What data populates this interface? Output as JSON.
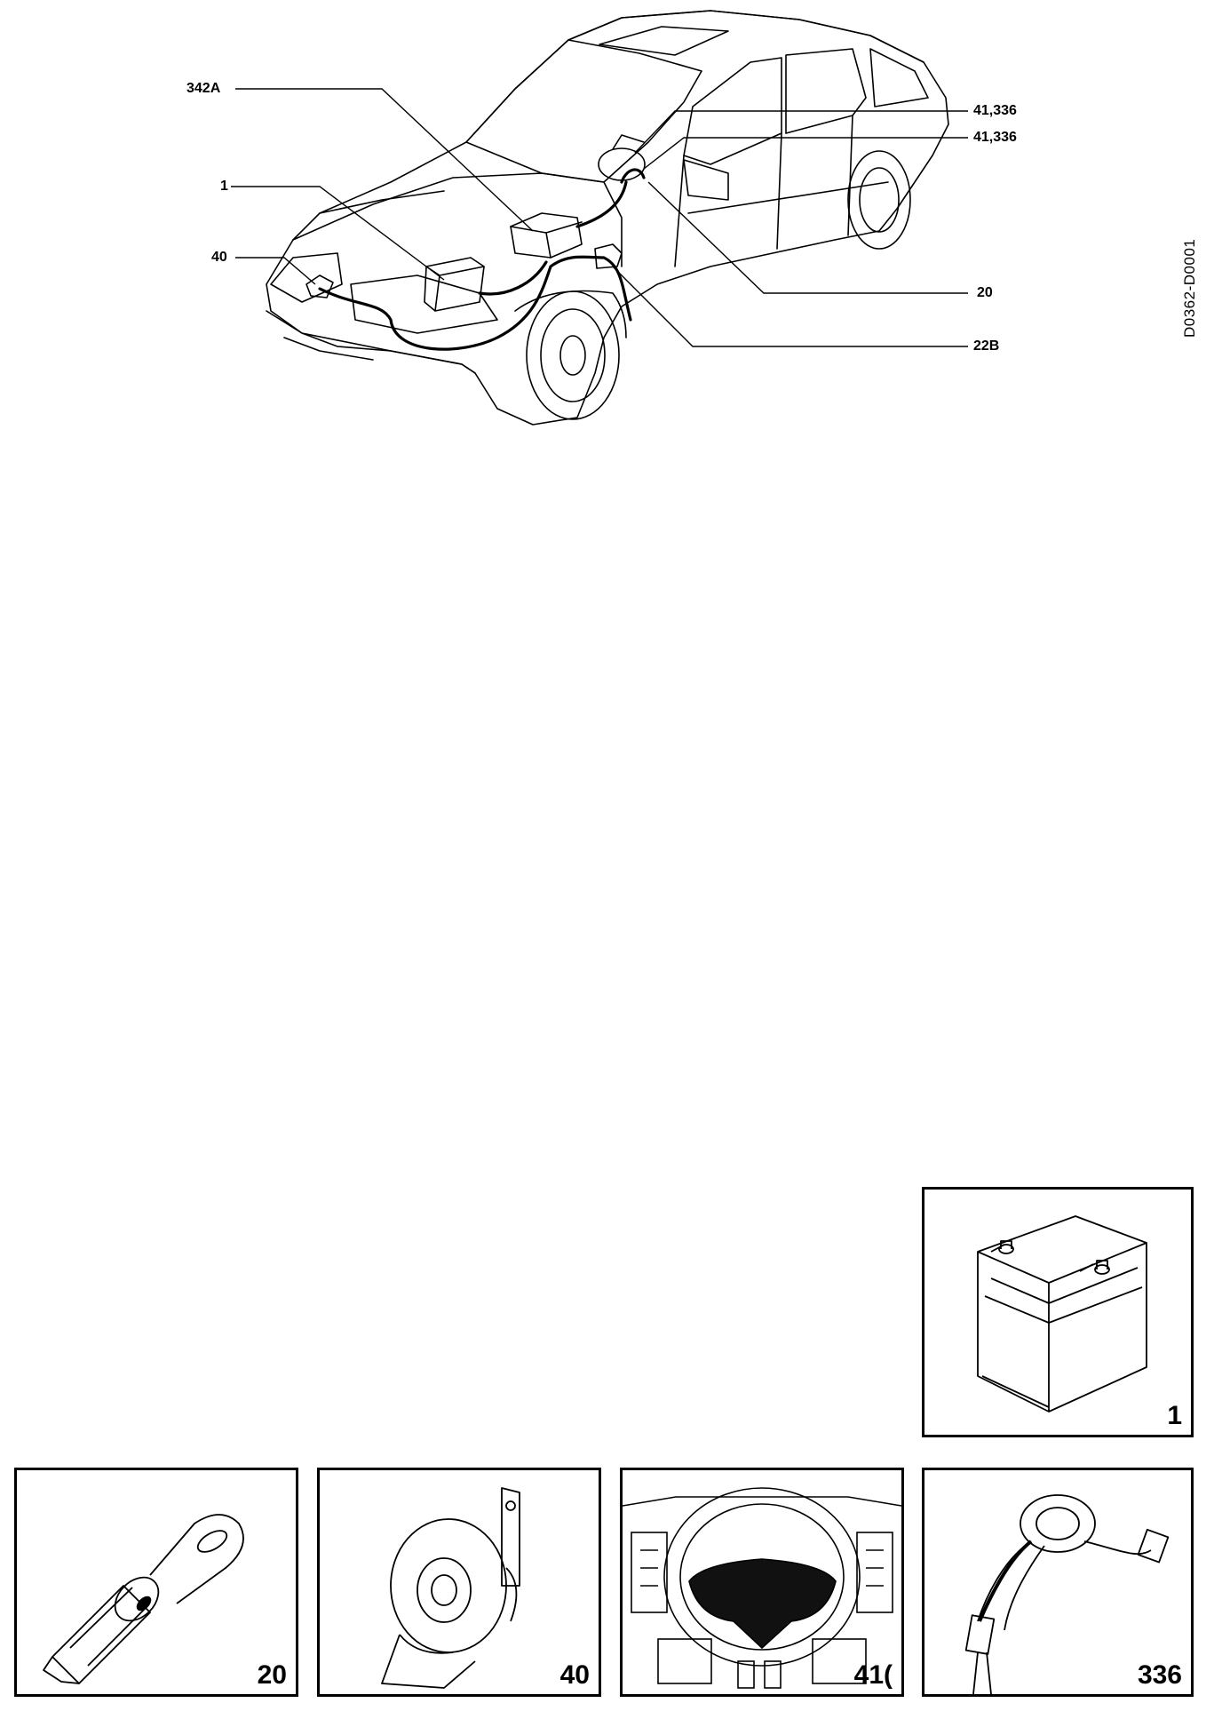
{
  "document_id": "D0362-D0001",
  "callouts": [
    {
      "id": "342a",
      "label": "342A"
    },
    {
      "id": "1",
      "label": "1"
    },
    {
      "id": "40",
      "label": "40"
    },
    {
      "id": "41-336-upper",
      "label": "41,336"
    },
    {
      "id": "41-336-lower",
      "label": "41,336"
    },
    {
      "id": "20",
      "label": "20"
    },
    {
      "id": "22b",
      "label": "22B"
    }
  ],
  "panels": [
    {
      "id": "battery",
      "number": "1"
    },
    {
      "id": "ignition-switch",
      "number": "20"
    },
    {
      "id": "horn",
      "number": "40"
    },
    {
      "id": "airbag",
      "number": "41("
    },
    {
      "id": "contact-reel",
      "number": "336"
    }
  ]
}
